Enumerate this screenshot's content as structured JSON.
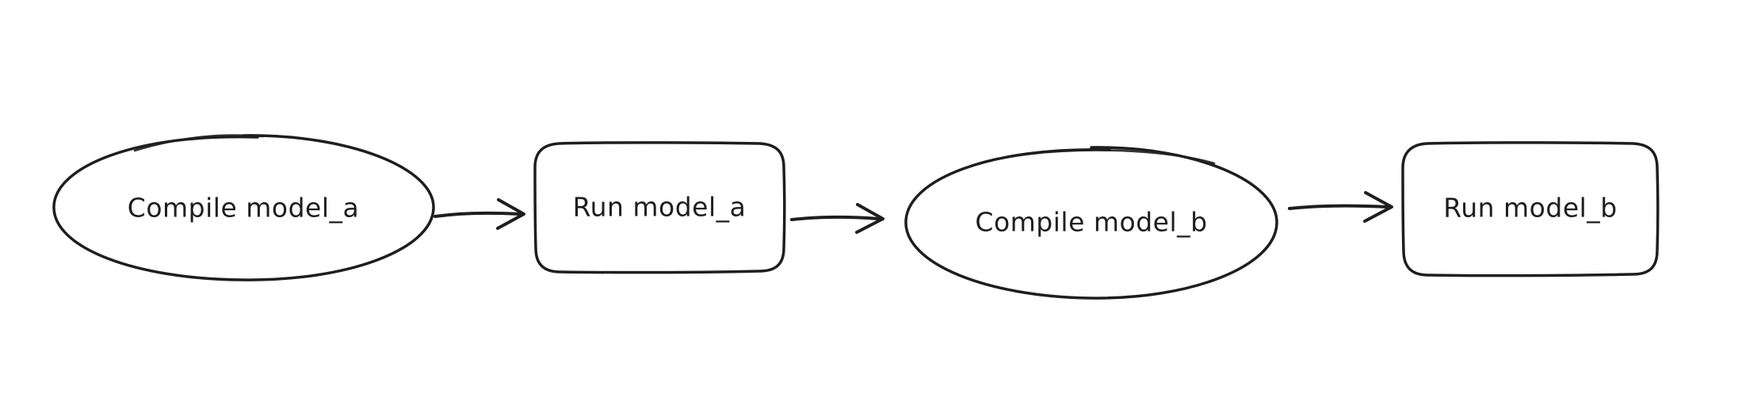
{
  "diagram": {
    "type": "flowchart",
    "background_color": "#ffffff",
    "stroke_color": "#1e1e1e",
    "style": "hand-drawn",
    "nodes": [
      {
        "id": "compile_model_a",
        "shape": "ellipse",
        "label": "Compile model_a"
      },
      {
        "id": "run_model_a",
        "shape": "rounded-rect",
        "label": "Run model_a"
      },
      {
        "id": "compile_model_b",
        "shape": "ellipse",
        "label": "Compile model_b"
      },
      {
        "id": "run_model_b",
        "shape": "rounded-rect",
        "label": "Run model_b"
      }
    ],
    "edges": [
      {
        "from": "compile_model_a",
        "to": "run_model_a",
        "style": "arrow"
      },
      {
        "from": "run_model_a",
        "to": "compile_model_b",
        "style": "arrow"
      },
      {
        "from": "compile_model_b",
        "to": "run_model_b",
        "style": "arrow"
      }
    ]
  }
}
